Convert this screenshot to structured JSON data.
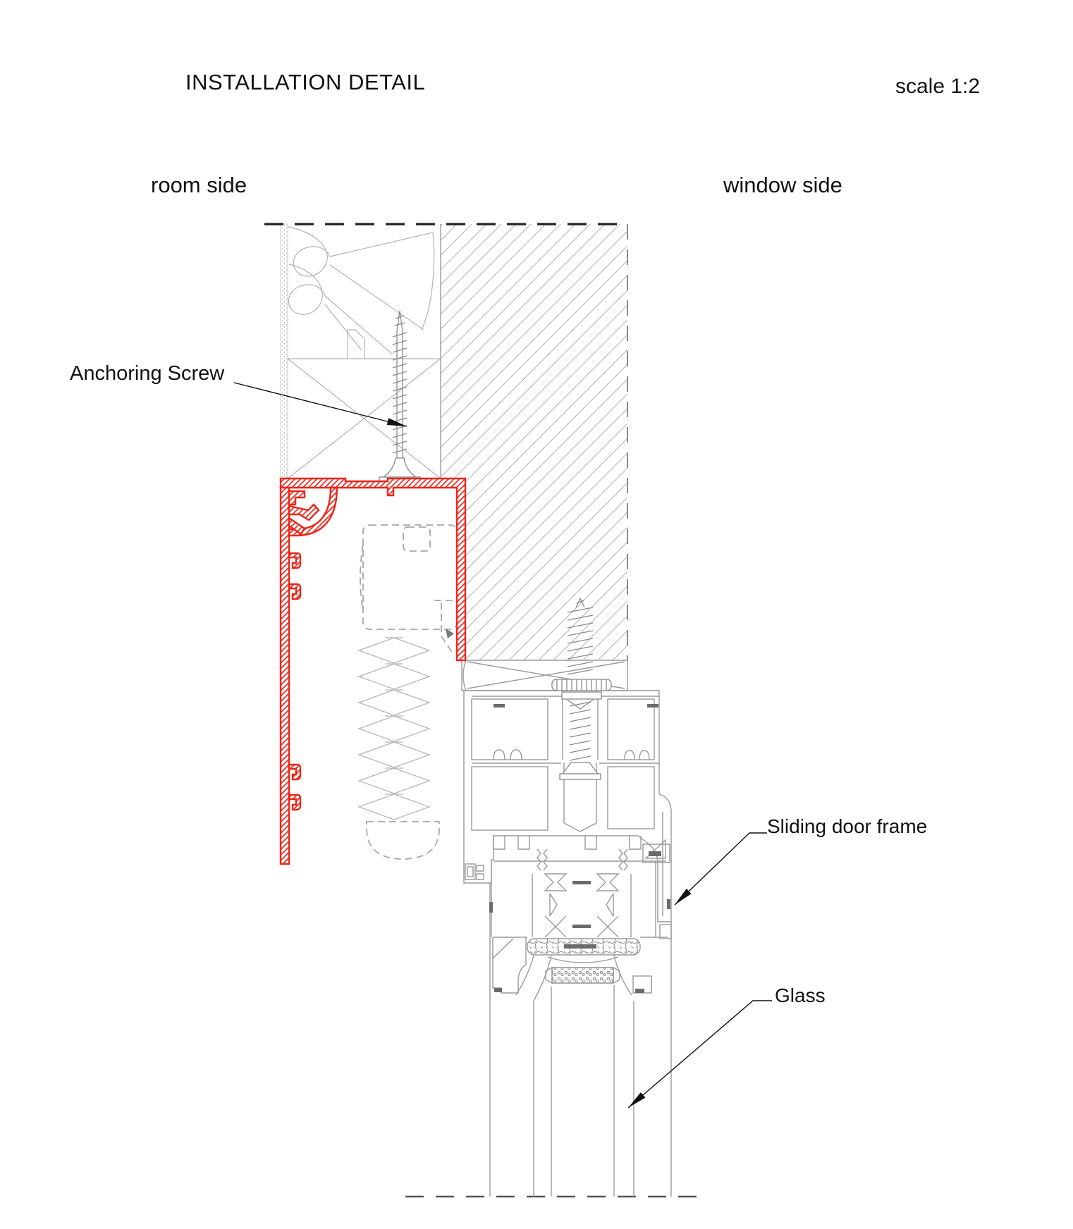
{
  "drawing": {
    "title": "INSTALLATION DETAIL",
    "scale_label": "scale 1:2",
    "side_labels": {
      "left": "room side",
      "right": "window side"
    },
    "callouts": [
      {
        "label": "Anchoring Screw"
      },
      {
        "label": "Sliding door frame"
      },
      {
        "label": "Glass"
      }
    ],
    "colors": {
      "highlight": "#f02318",
      "linework": "#9a9a9a",
      "text": "#111111",
      "background": "#ffffff"
    }
  }
}
